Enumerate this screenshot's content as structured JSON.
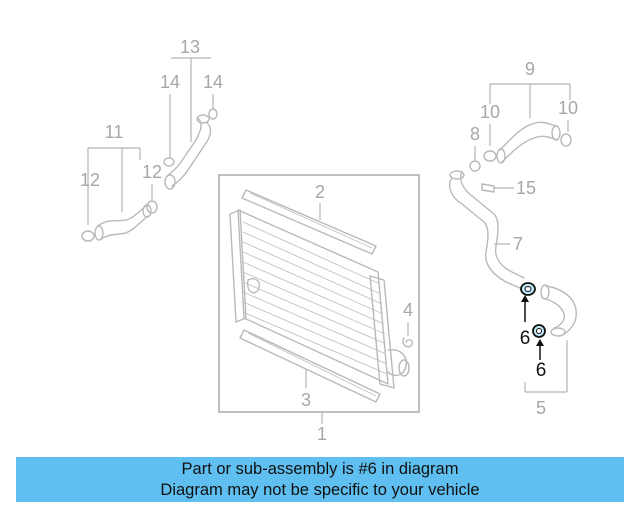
{
  "callouts": {
    "c1": "1",
    "c2": "2",
    "c3": "3",
    "c4": "4",
    "c5": "5",
    "c6a": "6",
    "c6b": "6",
    "c7": "7",
    "c8": "8",
    "c9": "9",
    "c10a": "10",
    "c10b": "10",
    "c11": "11",
    "c12a": "12",
    "c12b": "12",
    "c13": "13",
    "c14a": "14",
    "c14b": "14",
    "c15": "15"
  },
  "banner": {
    "line1": "Part or sub-assembly is #6 in diagram",
    "line2": "Diagram may not be specific to your vehicle"
  },
  "colors": {
    "banner_bg": "#5ebff0",
    "highlight_ring": "#bfe6f7",
    "line_art": "#b9b9b9"
  }
}
